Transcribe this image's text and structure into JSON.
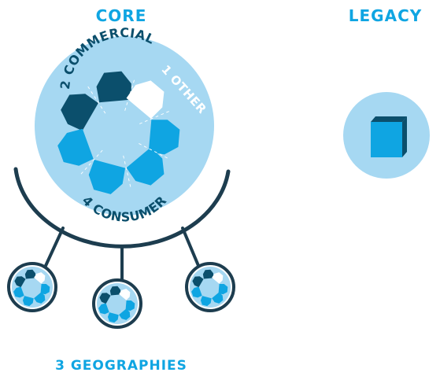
{
  "colors": {
    "accent": "#0fa5e2",
    "circle_fill": "#a6d8f2",
    "dark_gear": "#0b4f6c",
    "medium_gear": "#0fa5e2",
    "light_gear": "#ffffff",
    "stroke": "#1d3d4f"
  },
  "core": {
    "title": "CORE",
    "segments": {
      "commercial": "2 COMMERCIAL",
      "other": "1 OTHER",
      "consumer": "4 CONSUMER"
    }
  },
  "legacy": {
    "title": "LEGACY",
    "icon": "book-icon"
  },
  "geographies": {
    "label": "3 GEOGRAPHIES",
    "count": 3
  }
}
